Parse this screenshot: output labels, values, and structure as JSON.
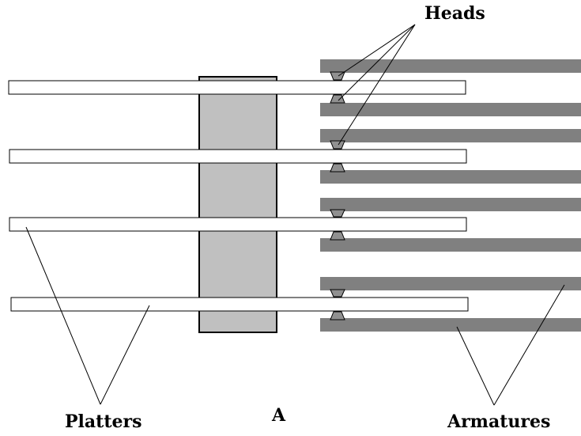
{
  "labels": {
    "heads": "Heads",
    "platters": "Platters",
    "center": "A",
    "armatures": "Armatures"
  },
  "colors": {
    "spindle": "#c0c0c0",
    "armature": "#808080",
    "head": "#909090",
    "platter": "#ffffff",
    "line": "#000000"
  }
}
